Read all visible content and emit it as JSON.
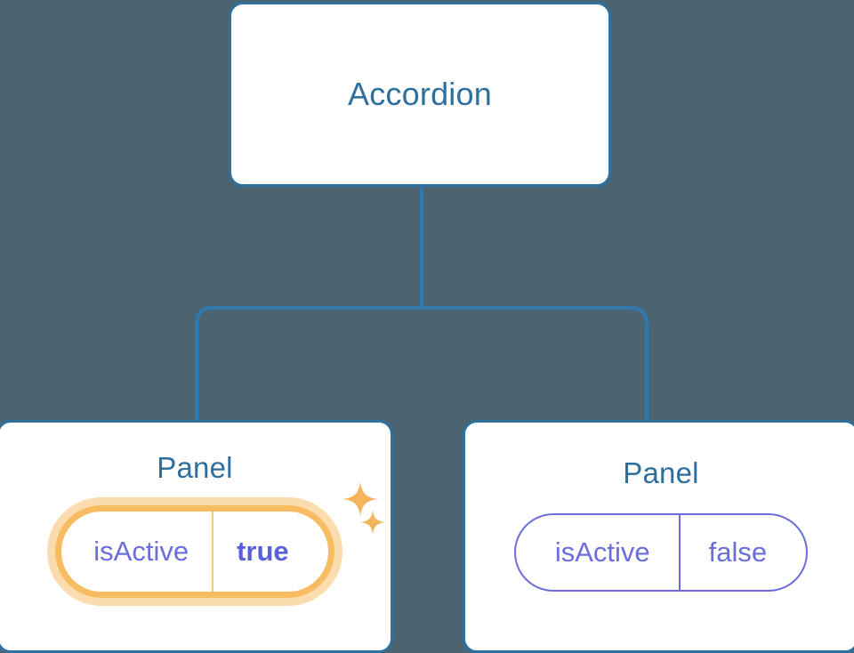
{
  "diagram": {
    "type": "component-tree",
    "background_color": "#4a6571",
    "node_border_color": "#2f709f",
    "node_title_color": "#2e6f9e",
    "connector_color": "#2f79ac",
    "highlight_color": "#f7bc62",
    "highlight_glow_color": "#fbdcae",
    "prop_text_color": "#6a6ddb",
    "prop_value_active_color": "#5b5fd9",
    "root": {
      "title": "Accordion"
    },
    "children": [
      {
        "title": "Panel",
        "highlighted": true,
        "prop": {
          "key": "isActive",
          "value": "true"
        },
        "sparkles": [
          {
            "name": "sparkle-large"
          },
          {
            "name": "sparkle-small"
          }
        ]
      },
      {
        "title": "Panel",
        "highlighted": false,
        "prop": {
          "key": "isActive",
          "value": "false"
        }
      }
    ]
  }
}
